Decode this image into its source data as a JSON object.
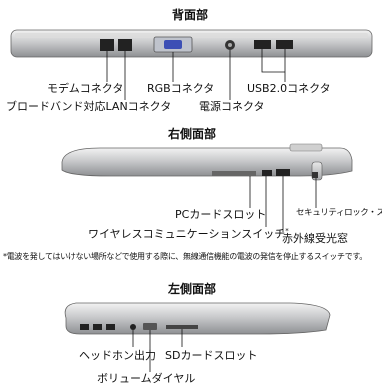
{
  "sections": {
    "back": {
      "title": "背面部",
      "labels": {
        "modem": "モデムコネクタ",
        "lan": "ブロードバンド対応LANコネクタ",
        "rgb": "RGBコネクタ",
        "power": "電源コネクタ",
        "usb": "USB2.0コネクタ"
      }
    },
    "right": {
      "title": "右側面部",
      "labels": {
        "pc_card": "PCカードスロット",
        "wireless": "ワイヤレスコミュニケーションスイッチ",
        "wireless_mark": "*",
        "ir": "赤外線受光窓",
        "lock": "セキュリティロック・スロット"
      },
      "footnote": "*電波を発してはいけない場所などで使用する際に、無線通信機能の電波の発信を停止するスイッチです。"
    },
    "left": {
      "title": "左側面部",
      "labels": {
        "headphone": "ヘッドホン出力",
        "volume": "ボリュームダイヤル",
        "sd": "SDカードスロット"
      }
    }
  }
}
